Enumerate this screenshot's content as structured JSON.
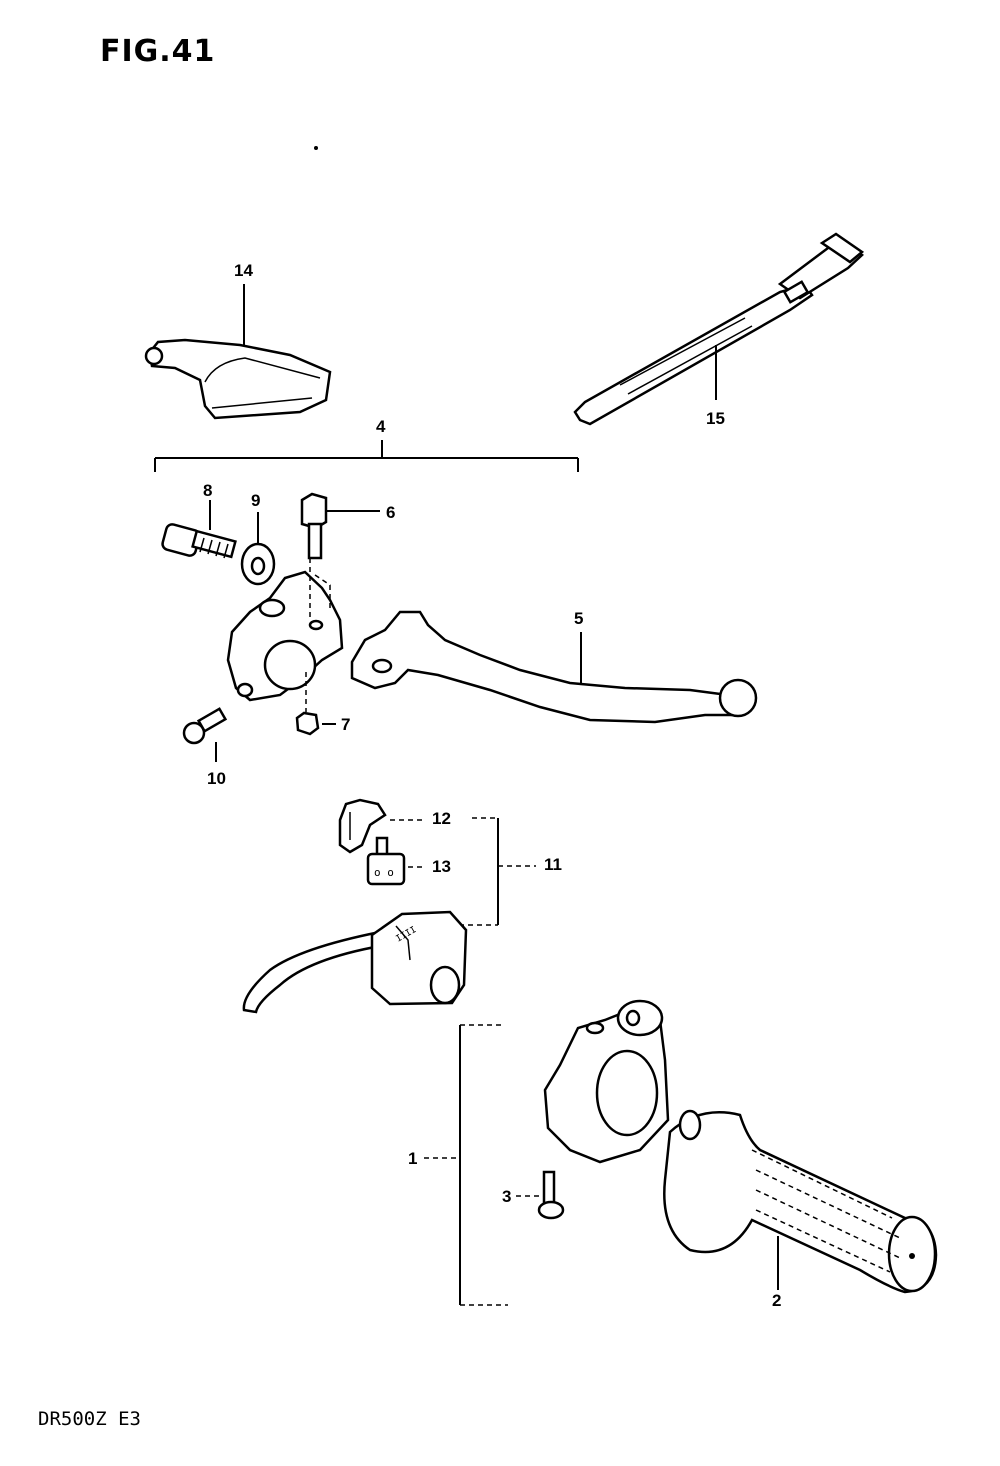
{
  "figure": {
    "title": "FIG.41",
    "model": "DR500Z E3"
  },
  "callouts": {
    "c1": "1",
    "c2": "2",
    "c3": "3",
    "c4": "4",
    "c5": "5",
    "c6": "6",
    "c7": "7",
    "c8": "8",
    "c9": "9",
    "c10": "10",
    "c11": "11",
    "c12": "12",
    "c13": "13",
    "c14": "14",
    "c15": "15"
  }
}
